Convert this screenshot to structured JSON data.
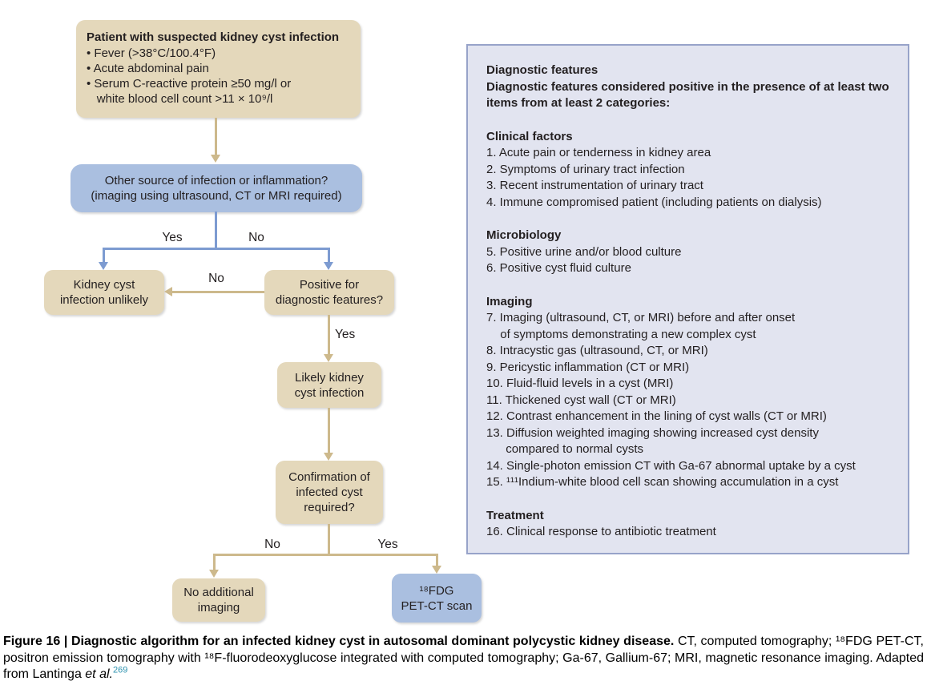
{
  "palette": {
    "tan_fill": "#e4d8bb",
    "tan_line": "#cdb98c",
    "blue_fill": "#aabfe0",
    "blue_line": "#7d9bd1",
    "panel_fill": "#e2e4f0",
    "panel_border": "#97a3c9",
    "ink": "#231f20",
    "ref_teal": "#2e93b0"
  },
  "flowchart": {
    "start": {
      "title": "Patient with suspected kidney cyst infection",
      "bullets": [
        "• Fever (>38°C/100.4°F)",
        "• Acute abdominal pain",
        "• Serum C-reactive protein ≥50 mg/l or\nwhite blood cell count >11 × 10⁹/l"
      ]
    },
    "decision_other_source": "Other source of infection or inflammation?\n(imaging using ultrasound, CT or MRI required)",
    "unlikely": "Kidney cyst\ninfection unlikely",
    "positive_features": "Positive for\ndiagnostic features?",
    "likely": "Likely kidney\ncyst infection",
    "confirmation": "Confirmation of\ninfected cyst\nrequired?",
    "no_additional": "No additional\nimaging",
    "pet_ct": "¹⁸FDG\nPET-CT scan",
    "labels": {
      "yes1": "Yes",
      "no1": "No",
      "no2": "No",
      "yes2": "Yes",
      "no3": "No",
      "yes3": "Yes"
    }
  },
  "panel": {
    "title": "Diagnostic features",
    "subtitle": "Diagnostic features considered positive in the presence of at least two items from at least 2 categories:",
    "sections": [
      {
        "heading": "Clinical factors",
        "items": [
          "1. Acute pain or tenderness in kidney area",
          "2. Symptoms of urinary tract infection",
          "3. Recent instrumentation of urinary tract",
          "4. Immune compromised patient (including patients on dialysis)"
        ]
      },
      {
        "heading": "Microbiology",
        "items": [
          "5. Positive urine and/or blood culture",
          "6. Positive cyst fluid culture"
        ]
      },
      {
        "heading": "Imaging",
        "items": [
          "7. Imaging (ultrasound, CT, or MRI) before and after onset\nof symptoms demonstrating a new complex cyst",
          "8. Intracystic gas (ultrasound, CT, or MRI)",
          "9. Pericystic inflammation (CT or MRI)",
          "10. Fluid-fluid levels in a cyst (MRI)",
          "11. Thickened cyst wall (CT or MRI)",
          "12. Contrast enhancement in the lining of cyst walls (CT or MRI)",
          "13. Diffusion weighted imaging showing increased cyst density\ncompared to normal cysts",
          "14. Single-photon emission CT with Ga-67 abnormal uptake by a cyst",
          "15. ¹¹¹Indium-white blood cell scan showing accumulation in a cyst"
        ]
      },
      {
        "heading": "Treatment",
        "items": [
          "16. Clinical response to antibiotic treatment"
        ]
      }
    ]
  },
  "caption": {
    "bold": "Figure 16 | Diagnostic algorithm for an infected kidney cyst in autosomal dominant polycystic kidney disease.",
    "rest": " CT, computed tomography; ¹⁸FDG PET-CT, positron emission tomography with ¹⁸F-fluorodeoxyglucose integrated with computed tomography; Ga-67, Gallium-67; MRI, magnetic resonance imaging. Adapted from Lantinga ",
    "italic": "et al.",
    "ref": "269"
  }
}
